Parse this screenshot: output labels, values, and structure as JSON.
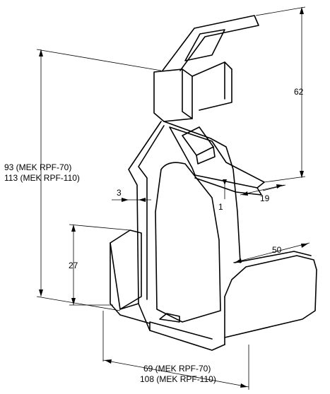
{
  "drawing": {
    "dimensions": {
      "height_total_a": "93 (MEK RPF-70)",
      "height_total_b": "113 (MEK RPF-110)",
      "top_height": "62",
      "thickness": "3",
      "foot_height": "27",
      "tab_thickness": "1",
      "tab_width": "19",
      "base_depth": "50",
      "width_a": "69 (MEK RPF-70)",
      "width_b": "108 (MEK RPF-110)"
    }
  }
}
